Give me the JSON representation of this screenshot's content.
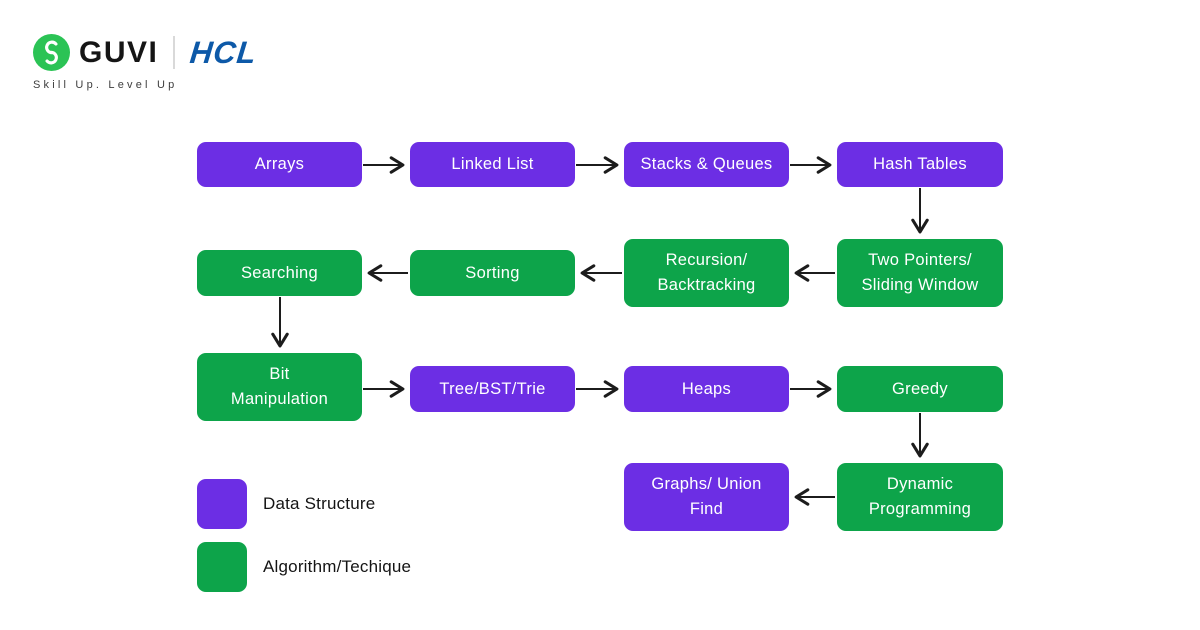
{
  "header": {
    "brand_guvi": "GUVI",
    "brand_hcl": "HCL",
    "tagline": "Skill Up. Level Up"
  },
  "colors": {
    "data_structure_purple": "#6C2EE4",
    "algorithm_green": "#0DA44A",
    "guvi_logo_green": "#2BC355",
    "hcl_blue": "#0D59A8",
    "arrow_black": "#1C1C1C"
  },
  "flowchart": {
    "nodes": [
      {
        "label": "Arrays",
        "type": "data-structure"
      },
      {
        "label": "Linked List",
        "type": "data-structure"
      },
      {
        "label": "Stacks & Queues",
        "type": "data-structure"
      },
      {
        "label": "Hash Tables",
        "type": "data-structure"
      },
      {
        "label": "Two Pointers/\nSliding Window",
        "type": "algorithm"
      },
      {
        "label": "Recursion/\nBacktracking",
        "type": "algorithm"
      },
      {
        "label": "Sorting",
        "type": "algorithm"
      },
      {
        "label": "Searching",
        "type": "algorithm"
      },
      {
        "label": "Bit\nManipulation",
        "type": "algorithm"
      },
      {
        "label": "Tree/BST/Trie",
        "type": "data-structure"
      },
      {
        "label": "Heaps",
        "type": "data-structure"
      },
      {
        "label": "Greedy",
        "type": "algorithm"
      },
      {
        "label": "Dynamic\nProgramming",
        "type": "algorithm"
      },
      {
        "label": "Graphs/ Union\nFind",
        "type": "data-structure"
      }
    ],
    "edges": [
      {
        "from": "Arrays",
        "to": "Linked List"
      },
      {
        "from": "Linked List",
        "to": "Stacks & Queues"
      },
      {
        "from": "Stacks & Queues",
        "to": "Hash Tables"
      },
      {
        "from": "Hash Tables",
        "to": "Two Pointers/ Sliding Window"
      },
      {
        "from": "Two Pointers/ Sliding Window",
        "to": "Recursion/ Backtracking"
      },
      {
        "from": "Recursion/ Backtracking",
        "to": "Sorting"
      },
      {
        "from": "Sorting",
        "to": "Searching"
      },
      {
        "from": "Searching",
        "to": "Bit Manipulation"
      },
      {
        "from": "Bit Manipulation",
        "to": "Tree/BST/Trie"
      },
      {
        "from": "Tree/BST/Trie",
        "to": "Heaps"
      },
      {
        "from": "Heaps",
        "to": "Greedy"
      },
      {
        "from": "Greedy",
        "to": "Dynamic Programming"
      },
      {
        "from": "Dynamic Programming",
        "to": "Graphs/ Union Find"
      }
    ]
  },
  "legend": {
    "items": [
      {
        "label": "Data Structure",
        "color": "#6C2EE4"
      },
      {
        "label": "Algorithm/Techique",
        "color": "#0DA44A"
      }
    ]
  }
}
